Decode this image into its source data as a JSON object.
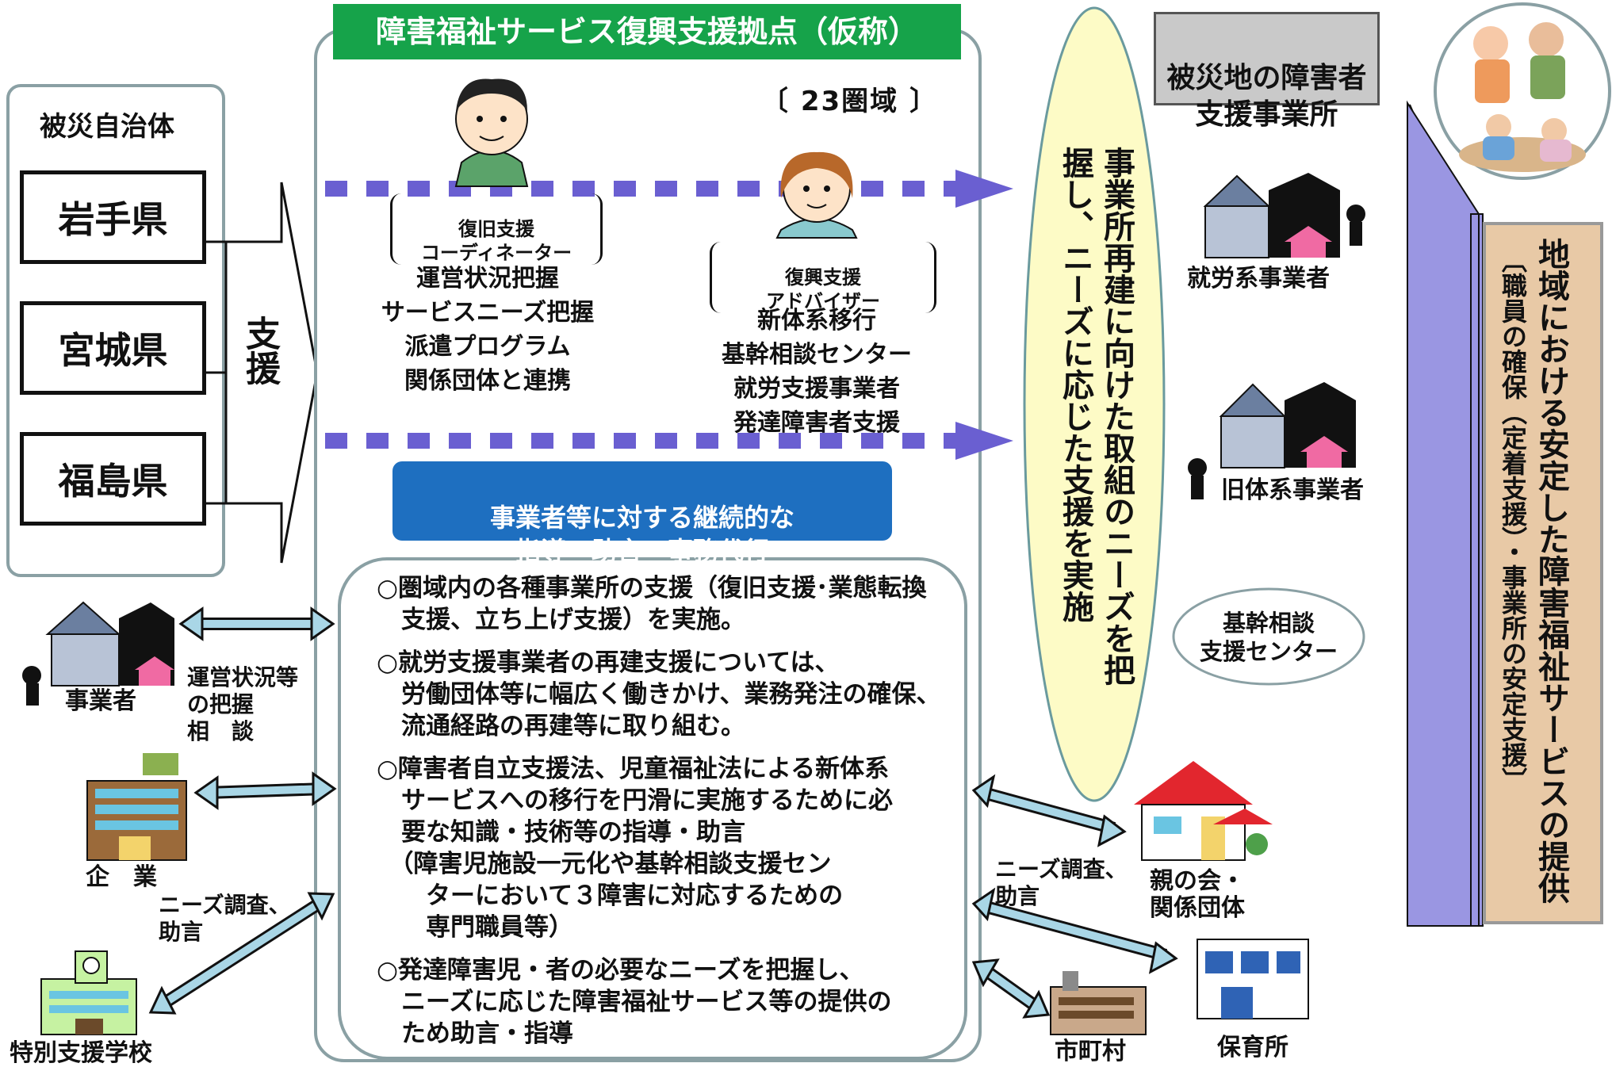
{
  "colors": {
    "green": "#16a34a",
    "blue": "#1e6fc0",
    "purple": "#6a5fd1",
    "lavender": "#9a96e2",
    "yellow": "#fdfbc6",
    "grey": "#c9c9c9",
    "tan": "#e8c9a6",
    "rounded_border": "#8aa0a4"
  },
  "header": {
    "title": "障害福祉サービス復興支援拠点（仮称）",
    "area": "23圏域"
  },
  "municipalities": {
    "title": "被災自治体",
    "prefectures": [
      "岩手県",
      "宮城県",
      "福島県"
    ],
    "support": "支援"
  },
  "coordinator": {
    "role": "復旧支援\nコーディネーター",
    "tasks": "運営状況把握\nサービスニーズ把握\n派遣プログラム\n関係団体と連携"
  },
  "adviser": {
    "role": "復興支援\nアドバイザー",
    "tasks": "新体系移行\n基幹相談センター\n就労支援事業者\n発達障害者支援"
  },
  "guidance": {
    "text": "事業者等に対する継続的な\n指導・助言・事務代行"
  },
  "bullets": [
    "○圏域内の各種事業所の支援（復旧支援･業態転換\n　支援、立ち上げ支援）を実施。",
    "○就労支援事業者の再建支援については、\n　労働団体等に幅広く働きかけ、業務発注の確保、\n　流通経路の再建等に取り組む。",
    "○障害者自立支援法、児童福祉法による新体系\n　サービスへの移行を円滑に実施するために必\n　要な知識・技術等の指導・助言\n　（障害児施設一元化や基幹相談支援セン\n　　ターにおいて３障害に対応するための\n　　専門職員等）",
    "○発達障害児・者の必要なニーズを把握し、\n　ニーズに応じた障害福祉サービス等の提供の\n　ため助言・指導"
  ],
  "left_entities": {
    "business": "事業者",
    "business_note": "運営状況等\nの把握\n相　談",
    "company": "企　業",
    "needs_note": "ニーズ調査、\n助言",
    "school": "特別支援学校"
  },
  "oval_text": "事業所再建に向けた取組のニーズを把握し、ニーズに応じた支援を実施",
  "right": {
    "title": "被災地の障害者\n支援事業所",
    "employment": "就労系事業者",
    "old_system": "旧体系事業者",
    "core_center": "基幹相談\n支援センター",
    "parents": "親の会・\n関係団体",
    "needs_note": "ニーズ調査、\n助言",
    "city": "市町村",
    "nursery": "保育所"
  },
  "result": {
    "main": "地域における安定した障害福祉サービスの提供",
    "sub": "〔職員の確保（定着支援）・事業所の安定支援〕"
  }
}
